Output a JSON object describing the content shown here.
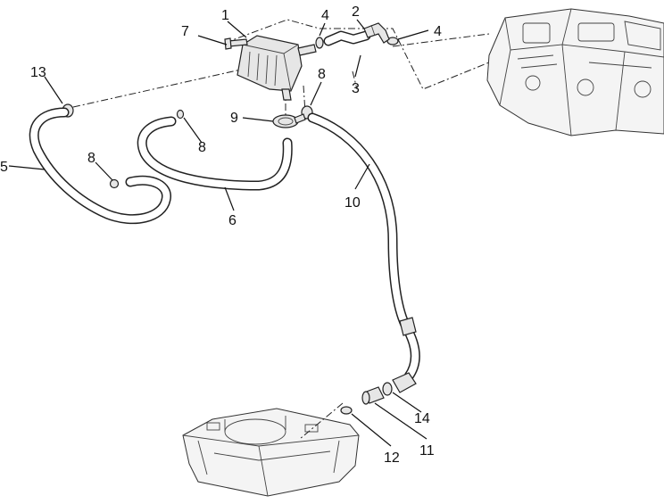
{
  "callouts": [
    {
      "key": "c1",
      "label": "1"
    },
    {
      "key": "c2",
      "label": "2"
    },
    {
      "key": "c3",
      "label": "3"
    },
    {
      "key": "c4a",
      "label": "4"
    },
    {
      "key": "c4b",
      "label": "4"
    },
    {
      "key": "c5",
      "label": "5"
    },
    {
      "key": "c6",
      "label": "6"
    },
    {
      "key": "c7",
      "label": "7"
    },
    {
      "key": "c8a",
      "label": "8"
    },
    {
      "key": "c8b",
      "label": "8"
    },
    {
      "key": "c8c",
      "label": "8"
    },
    {
      "key": "c9",
      "label": "9"
    },
    {
      "key": "c10",
      "label": "10"
    },
    {
      "key": "c11",
      "label": "11"
    },
    {
      "key": "c12",
      "label": "12"
    },
    {
      "key": "c13",
      "label": "13"
    },
    {
      "key": "c14",
      "label": "14"
    }
  ],
  "colors": {
    "line": "#222222",
    "background": "#ffffff"
  }
}
